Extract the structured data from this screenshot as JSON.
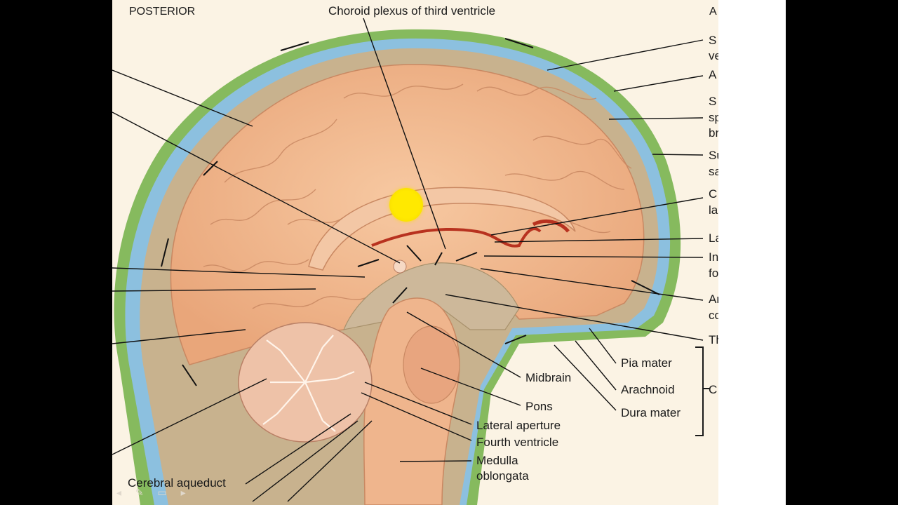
{
  "header": {
    "posterior": "POSTERIOR",
    "anterior_partial": "A"
  },
  "labels": {
    "choroid_plexus_third": "Choroid plexus of third ventricle",
    "midbrain": "Midbrain",
    "pons": "Pons",
    "lateral_aperture": "Lateral aperture",
    "fourth_ventricle": "Fourth ventricle",
    "medulla_line1": "Medulla",
    "medulla_line2": "oblongata",
    "cerebral_aqueduct": "Cerebral aqueduct",
    "pia_mater": "Pia mater",
    "arachnoid": "Arachnoid",
    "dura_mater": "Dura mater"
  },
  "right_edge_fragments": [
    {
      "line1": "S",
      "line2": "ve"
    },
    {
      "line1": "A",
      "line2": ""
    },
    {
      "line1": "S",
      "line2": "sp",
      "line3": "br"
    },
    {
      "line1": "Su",
      "line2": "sa"
    },
    {
      "line1": "C",
      "line2": "la"
    },
    {
      "line1": "La",
      "line2": ""
    },
    {
      "line1": "In",
      "line2": "fo"
    },
    {
      "line1": "Ar",
      "line2": "cc"
    },
    {
      "line1": "Th",
      "line2": ""
    },
    {
      "line1": "C",
      "line2": ""
    }
  ],
  "colors": {
    "dura_green": "#7fb35a",
    "csf_blue": "#7fb6d8",
    "brain_orange": "#f0b48a",
    "choroid_red": "#b8321f",
    "pointer_yellow": "#ffe900"
  },
  "icons": [
    "pointer-highlight-icon",
    "playback-controls-icon"
  ]
}
